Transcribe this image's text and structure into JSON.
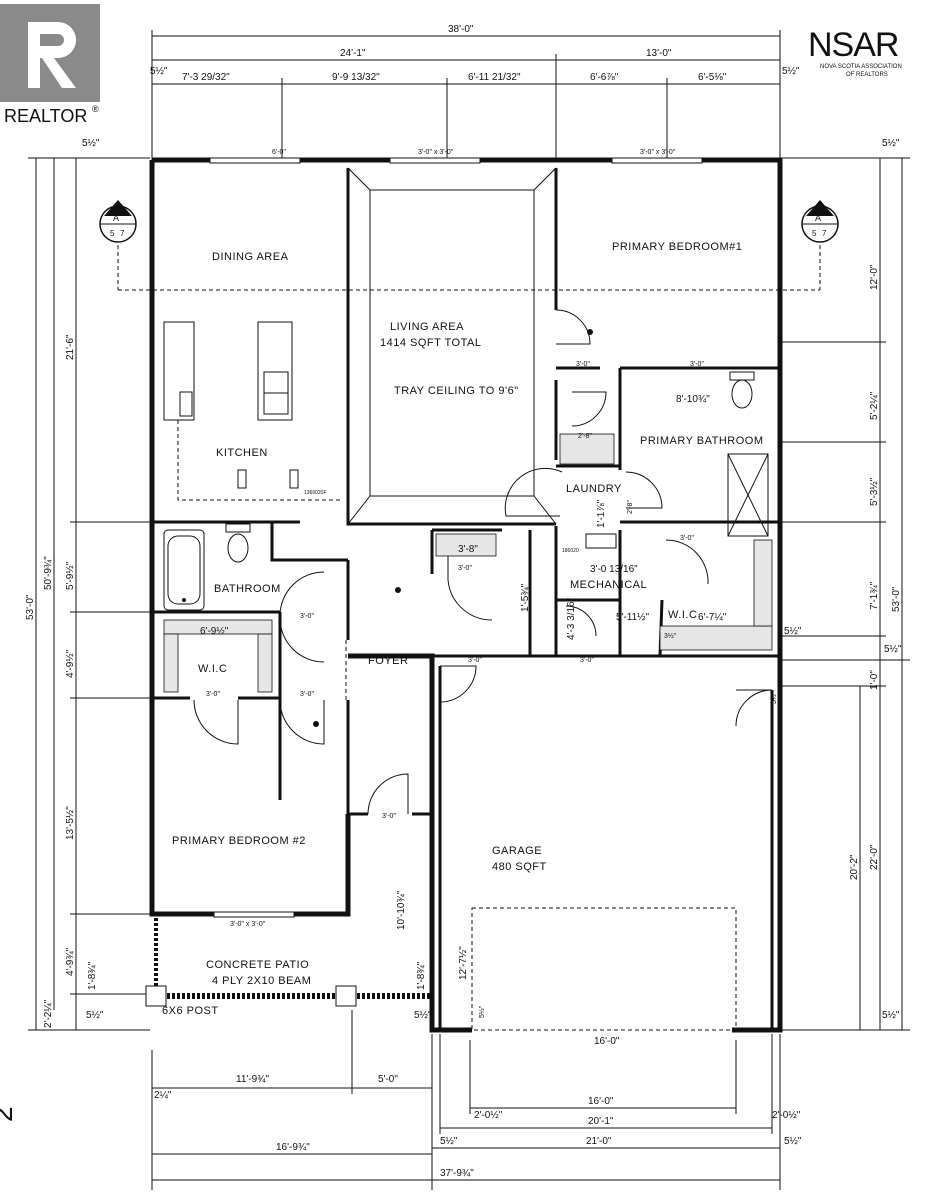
{
  "branding": {
    "realtor_logo_text": "REALTOR",
    "realtor_mark": "®",
    "nsar_logo_text": "NSAR",
    "nsar_subtitle_1": "NOVA SCOTIA ASSOCIATION",
    "nsar_subtitle_2": "OF REALTORS"
  },
  "dimensions_top": {
    "overall": "38'-0\"",
    "left_section": "24'-1\"",
    "right_section": "13'-0\"",
    "left_offset": "5½\"",
    "right_offset": "5½\"",
    "segments": [
      "7'-3 29/32\"",
      "9'-9 13/32\"",
      "6'-11 21/32\"",
      "6'-6⅞\"",
      "6'-5⅛\""
    ],
    "window_1": "6'-0\"",
    "window_2": "3'-0\" x 3'-0\"",
    "window_3": "3'-0\" x 3'-0\"",
    "corner_left": "5½\"",
    "corner_right": "5½\""
  },
  "dimensions_left": {
    "overall_outer": "53'-0\"",
    "overall_inner": "50'-9¾\"",
    "segments": [
      "21'-6\"",
      "5'-9½\"",
      "4'-9½\"",
      "13'-5½\"",
      "4'-9¾\"",
      "2'-2¼\""
    ],
    "patio_depth": "1'-8¾\"",
    "bottom_offset": "5½\""
  },
  "dimensions_right": {
    "overall": "53'-0\"",
    "segments": [
      "12'-0\"",
      "5'-2¼\"",
      "5'-3½\"",
      "7'-1¾\"",
      "5½\"",
      "1'-0\"",
      "20'-2\"",
      "22'-0\"",
      "5½\""
    ],
    "top_offset": "5½\""
  },
  "dimensions_bottom": {
    "patio_width": "11'-9¾\"",
    "post_gap": "5'-0\"",
    "left_total": "16'-9¾\"",
    "garage_door": "16'-0\"",
    "garage_door_top": "16'-0\"",
    "garage_side_left": "2'-0½\"",
    "garage_side_right": "2'-0½\"",
    "garage_width": "20'-1\"",
    "garage_overall": "21'-0\"",
    "offset_left": "5½\"",
    "offset_right": "5½\"",
    "overall": "37'-9¾\"",
    "left_margin": "2¼\""
  },
  "section_markers": {
    "left": {
      "letter": "A",
      "sheet": "5",
      "sheet_num": "7"
    },
    "right": {
      "letter": "A",
      "sheet": "5",
      "sheet_num": "7"
    }
  },
  "rooms": {
    "dining": "DINING AREA",
    "living_1": "LIVING AREA",
    "living_2": "1414 SQFT TOTAL",
    "tray": "TRAY CEILING TO 9'6\"",
    "kitchen": "KITCHEN",
    "primary_bedroom_1": "PRIMARY BEDROOM#1",
    "primary_bath": "PRIMARY BATHROOM",
    "laundry": "LAUNDRY",
    "mechanical": "MECHANICAL",
    "wic_right": "W.I.C",
    "bathroom": "BATHROOM",
    "wic_left": "W.I.C",
    "foyer": "FOYER",
    "primary_bedroom_2": "PRIMARY BEDROOM #2",
    "garage_1": "GARAGE",
    "garage_2": "480 SQFT",
    "patio_1": "CONCRETE PATIO",
    "patio_2": "4 PLY 2X10 BEAM",
    "post": "6X6 POST"
  },
  "interior_dims": {
    "door_3_0": "3'-0\"",
    "window_bed2": "3'-0\" x 3'-0\"",
    "laundry_shelf": "2'-8\"",
    "pb_width": "8'-10¾\"",
    "wic_left_width": "6'-9½\"",
    "wic_right_width": "6'-7¼\"",
    "closet_foyer": "3'-8\"",
    "mech_depth": "1'-5¾\"",
    "mech_w": "5'-11½\"",
    "mech_h": "4'-3 3/16\"",
    "lau_dim": "3'-0 13/16\"",
    "lau_dim2": "1'-1⅞\"",
    "shower_dim": "2'-8\"",
    "foyer_side": "10'-10¾\"",
    "garage_side": "12'-7½\"",
    "garage_left_small": "5½\"",
    "wic_small": "3½\"",
    "wic_small2": "5½\"",
    "stove_code": "1366020F",
    "fridge_code": "186020"
  },
  "side_note": "2"
}
